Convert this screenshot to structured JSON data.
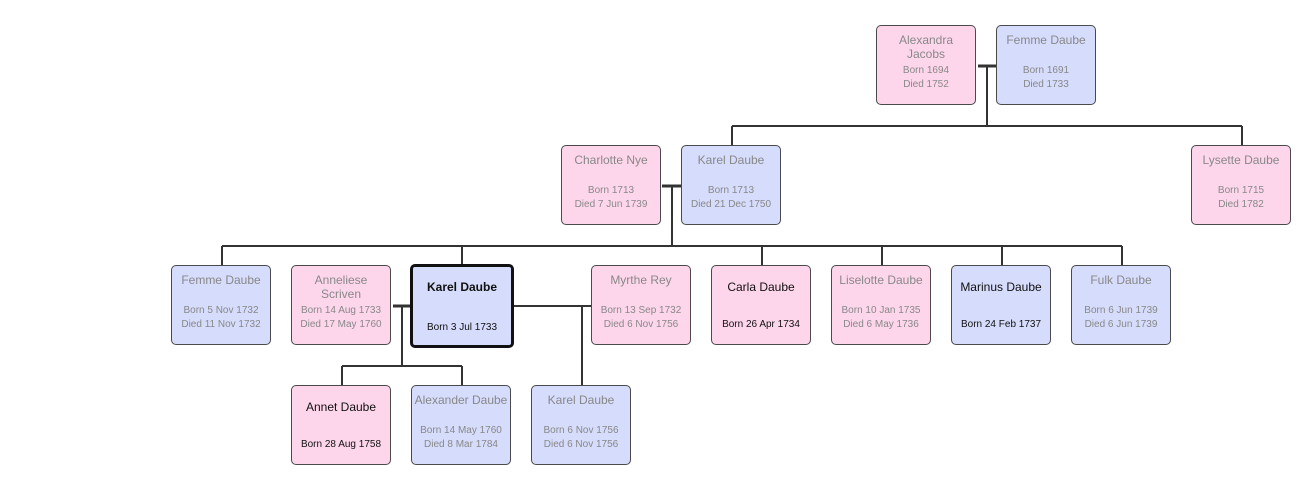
{
  "people": {
    "alexandra_jacobs": {
      "name": "Alexandra Jacobs",
      "born": "Born 1694",
      "died": "Died 1752"
    },
    "femme_daube_sr": {
      "name": "Femme Daube",
      "born": "Born 1691",
      "died": "Died 1733"
    },
    "charlotte_nye": {
      "name": "Charlotte Nye",
      "born": "Born 1713",
      "died": "Died 7 Jun 1739"
    },
    "karel_daube_sr": {
      "name": "Karel Daube",
      "born": "Born 1713",
      "died": "Died 21 Dec 1750"
    },
    "lysette_daube": {
      "name": "Lysette Daube",
      "born": "Born 1715",
      "died": "Died 1782"
    },
    "femme_daube_jr": {
      "name": "Femme Daube",
      "born": "Born 5 Nov 1732",
      "died": "Died 11 Nov 1732"
    },
    "anneliese_scriven": {
      "name": "Anneliese Scriven",
      "born": "Born 14 Aug 1733",
      "died": "Died 17 May 1760"
    },
    "karel_daube": {
      "name": "Karel Daube",
      "born": "Born 3 Jul 1733"
    },
    "myrthe_rey": {
      "name": "Myrthe Rey",
      "born": "Born 13 Sep 1732",
      "died": "Died 6 Nov 1756"
    },
    "carla_daube": {
      "name": "Carla Daube",
      "born": "Born 26 Apr 1734"
    },
    "liselotte_daube": {
      "name": "Liselotte Daube",
      "born": "Born 10 Jan 1735",
      "died": "Died 6 May 1736"
    },
    "marinus_daube": {
      "name": "Marinus Daube",
      "born": "Born 24 Feb 1737"
    },
    "fulk_daube": {
      "name": "Fulk Daube",
      "born": "Born 6 Jun 1739",
      "died": "Died 6 Jun 1739"
    },
    "annet_daube": {
      "name": "Annet Daube",
      "born": "Born 28 Aug 1758"
    },
    "alexander_daube": {
      "name": "Alexander Daube",
      "born": "Born 14 May 1760",
      "died": "Died 8 Mar 1784"
    },
    "karel_daube_jr": {
      "name": "Karel Daube",
      "born": "Born 6 Nov 1756",
      "died": "Died 6 Nov 1756"
    }
  },
  "colors": {
    "female": "#fdd6ec",
    "male": "#d6dcfb",
    "line": "#333333",
    "deceased_text": "#888888",
    "living_text": "#111111"
  }
}
